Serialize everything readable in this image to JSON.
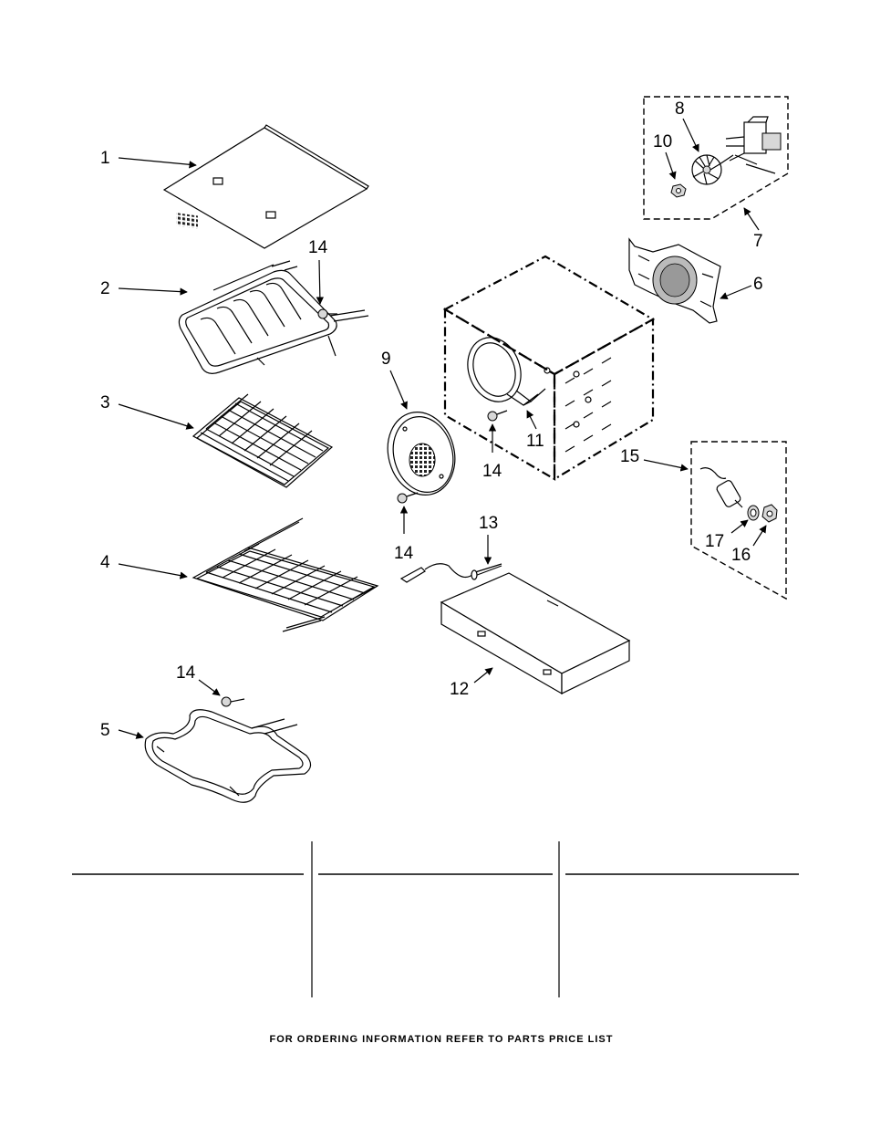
{
  "callouts": {
    "c1": "1",
    "c2": "2",
    "c3": "3",
    "c4": "4",
    "c5": "5",
    "c6": "6",
    "c7": "7",
    "c8": "8",
    "c9": "9",
    "c10": "10",
    "c11": "11",
    "c12": "12",
    "c13": "13",
    "c14a": "14",
    "c14b": "14",
    "c14c": "14",
    "c14d": "14",
    "c15": "15",
    "c16": "16",
    "c17": "17"
  },
  "footer": {
    "text": "FOR ORDERING INFORMATION REFER TO PARTS PRICE LIST"
  }
}
